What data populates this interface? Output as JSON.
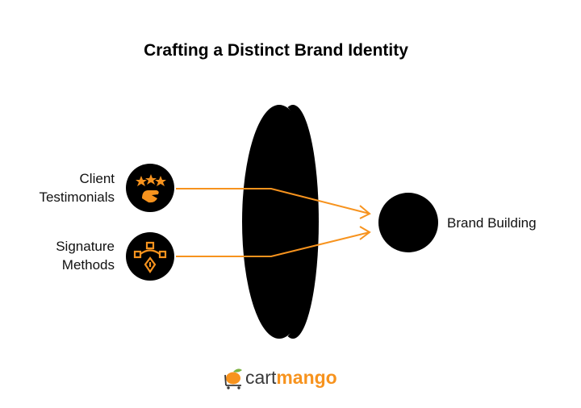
{
  "title": "Crafting a Distinct Brand Identity",
  "inputs": [
    {
      "line1": "Client",
      "line2": "Testimonials",
      "icon": "stars-hand-icon"
    },
    {
      "line1": "Signature",
      "line2": "Methods",
      "icon": "pen-tool-icon"
    }
  ],
  "output": {
    "label": "Brand Building"
  },
  "logo": {
    "text_left": "cart",
    "text_right": "mango"
  },
  "colors": {
    "accent": "#F7931E",
    "dark": "#000000",
    "logo_text": "#3a3a3a",
    "leaf": "#7cb342"
  }
}
